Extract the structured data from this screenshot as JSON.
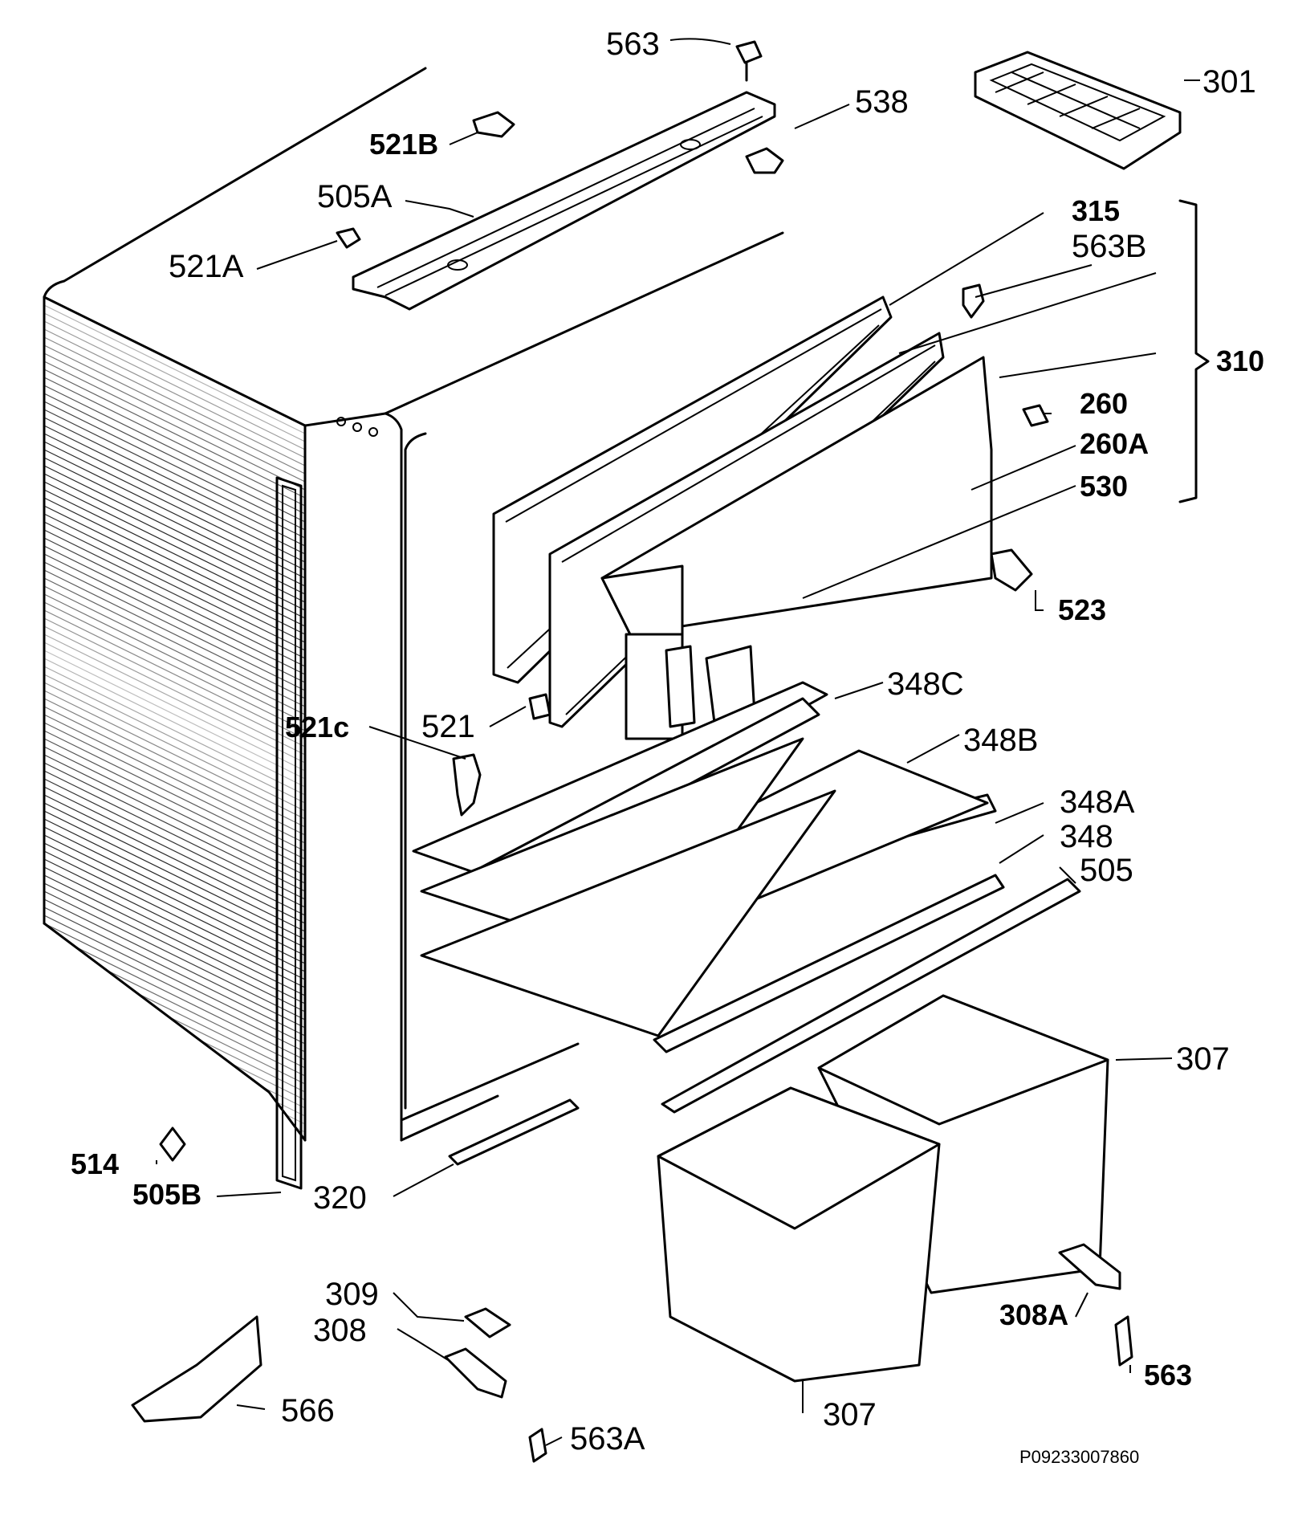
{
  "drawing_code": "P09233007860",
  "labels": {
    "l563_top": "563",
    "l301": "301",
    "l538": "538",
    "l521b": "521B",
    "l505a": "505A",
    "l521a": "521A",
    "l315": "315",
    "l563b": "563B",
    "l310": "310",
    "l260": "260",
    "l260a": "260A",
    "l530": "530",
    "l523": "523",
    "l348c": "348C",
    "l521c": "521c",
    "l521": "521",
    "l348b": "348B",
    "l348a": "348A",
    "l348": "348",
    "l505": "505",
    "l307_right": "307",
    "l514": "514",
    "l505b": "505B",
    "l320": "320",
    "l309": "309",
    "l308": "308",
    "l308a": "308A",
    "l563_right": "563",
    "l566": "566",
    "l307_bottom": "307",
    "l563a": "563A"
  }
}
